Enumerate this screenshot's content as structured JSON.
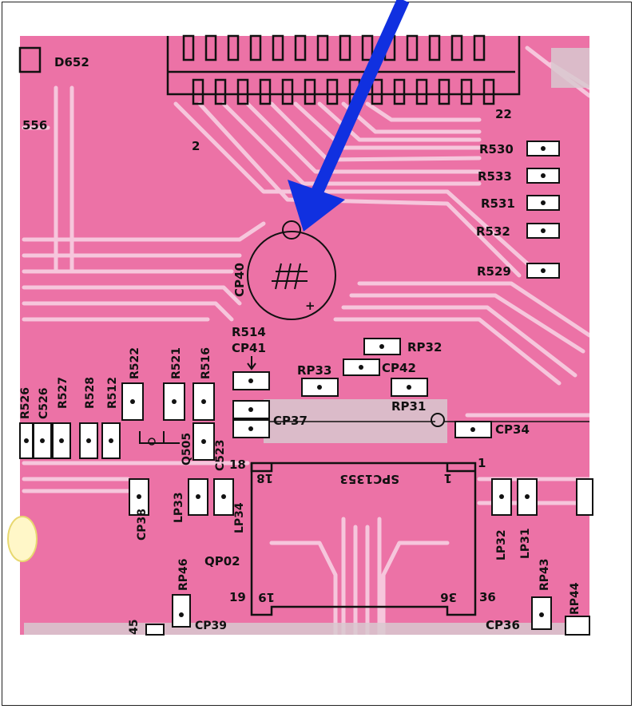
{
  "board": {
    "background_color": "#ec72a6",
    "trace_color": "#f6c6dc",
    "highlight_arrow_color": "#1030e0",
    "ic_top_pin_start": "2",
    "ic_top_pin_end": "22",
    "labels": {
      "D652": "D652",
      "556": "556",
      "R530": "R530",
      "R533": "R533",
      "R531": "R531",
      "R532": "R532",
      "R529": "R529",
      "CP40": "CP40",
      "R514": "R514",
      "CP41": "CP41",
      "RP32": "RP32",
      "RP33": "RP33",
      "CP42": "CP42",
      "RP31": "RP31",
      "CP37": "CP37",
      "CP34": "CP34",
      "R526": "R526",
      "C526": "C526",
      "R527": "R527",
      "R528": "R528",
      "R512": "R512",
      "R522": "R522",
      "R521": "R521",
      "R516": "R516",
      "Q505": "Q505",
      "C523": "C523",
      "LP33": "LP33",
      "LP34": "LP34",
      "CP38": "CP38",
      "QP02": "QP02",
      "RP46": "RP46",
      "CP39": "CP39",
      "45": "45",
      "LP32": "LP32",
      "LP31": "LP31",
      "RP43": "RP43",
      "RP44": "RP44",
      "CP36": "CP36",
      "SPC1353": "SPC1353",
      "pin18_out": "18",
      "pin18_in": "18",
      "pin1_out": "1",
      "pin1_in": "1",
      "pin19_out": "19",
      "pin19_in": "19",
      "pin36_out": "36",
      "pin36_in": "36",
      "plus": "+"
    }
  }
}
